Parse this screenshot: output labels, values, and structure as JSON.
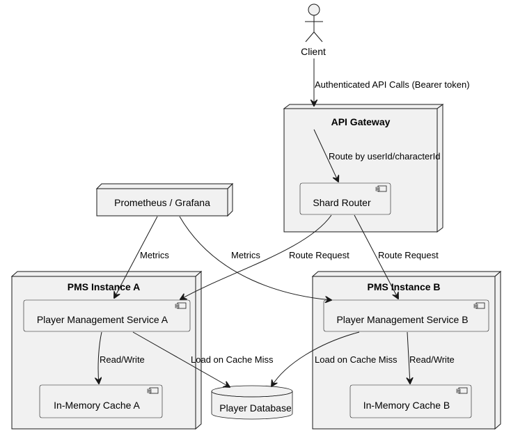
{
  "actor": {
    "label": "Client"
  },
  "nodes": {
    "api_gateway": {
      "title": "API Gateway"
    },
    "pms_a": {
      "title": "PMS Instance A"
    },
    "pms_b": {
      "title": "PMS Instance B"
    },
    "monitoring": {
      "title": "Prometheus / Grafana"
    }
  },
  "components": {
    "shard_router": "Shard Router",
    "pms_service_a": "Player Management Service A",
    "pms_service_b": "Player Management Service B",
    "cache_a": "In-Memory Cache A",
    "cache_b": "In-Memory Cache B"
  },
  "database": {
    "label": "Player Database"
  },
  "edges": {
    "client_to_gateway": "Authenticated API Calls (Bearer token)",
    "gateway_to_router": "Route by userId/characterId",
    "metrics_a": "Metrics",
    "metrics_b": "Metrics",
    "route_a": "Route Request",
    "route_b": "Route Request",
    "rw_a": "Read/Write",
    "rw_b": "Read/Write",
    "miss_a": "Load on Cache Miss",
    "miss_b": "Load on Cache Miss"
  },
  "colors": {
    "fill": "#f1f1f1",
    "stroke": "#181818"
  }
}
